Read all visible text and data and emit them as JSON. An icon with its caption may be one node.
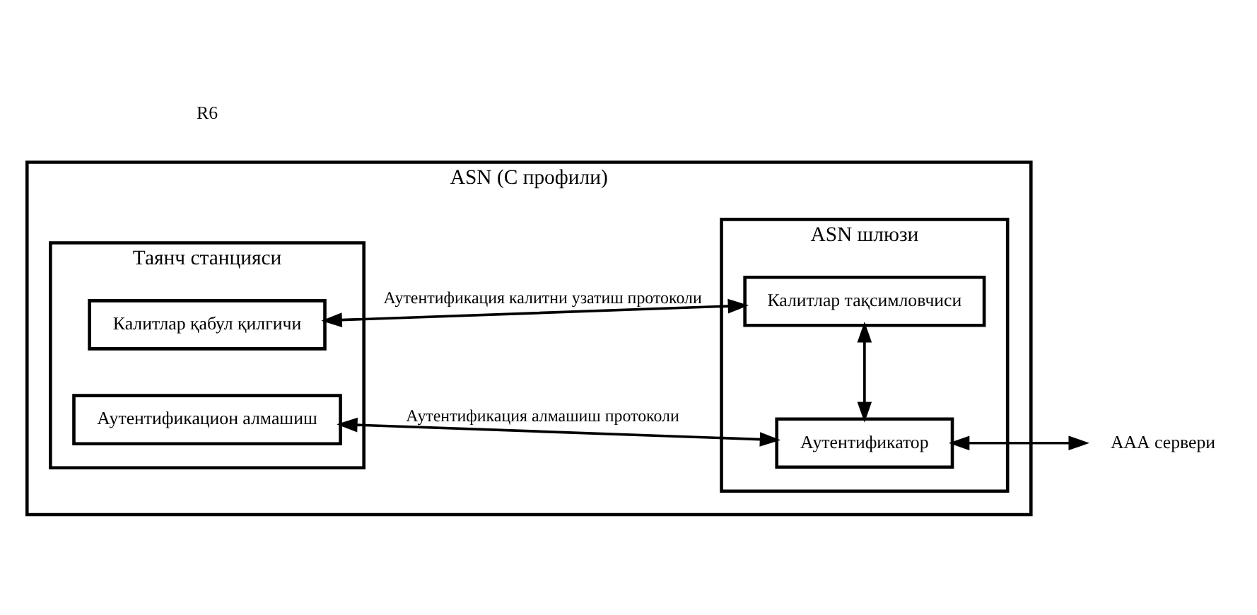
{
  "diagram": {
    "nodes": [
      {
        "text": [
          "ASN (С профили)"
        ]
      },
      {
        "text": [
          "Таянч станцияси"
        ],
        "in": 0
      },
      {
        "text": [
          "Аутентификацион алмашиш"
        ],
        "in": 1
      },
      {
        "text": [
          "Калитлар қабул қилгичи"
        ],
        "in": 1
      },
      {
        "text": [
          "ASN шлюзи"
        ],
        "in": 0
      },
      {
        "text": [
          "Аутентификатор"
        ],
        "in": 4
      },
      {
        "text": [
          "Калитлар тақсимловчиси"
        ],
        "in": 4
      },
      {
        "text": [
          "ААА сервери"
        ]
      }
    ],
    "edges": [
      {
        "from": 2,
        "to": 5,
        "arrow": "both",
        "label": "Аутентификация алмашиш протоколи"
      },
      {
        "from": 5,
        "to": 7,
        "arrow": "both"
      },
      {
        "from": 5,
        "to": 6,
        "arrow": "both"
      },
      {
        "from": 3,
        "to": 6,
        "arrow": "both",
        "label": "Аутентификация калитни узатиш протоколи"
      }
    ],
    "labels": [
      "R6"
    ]
  }
}
